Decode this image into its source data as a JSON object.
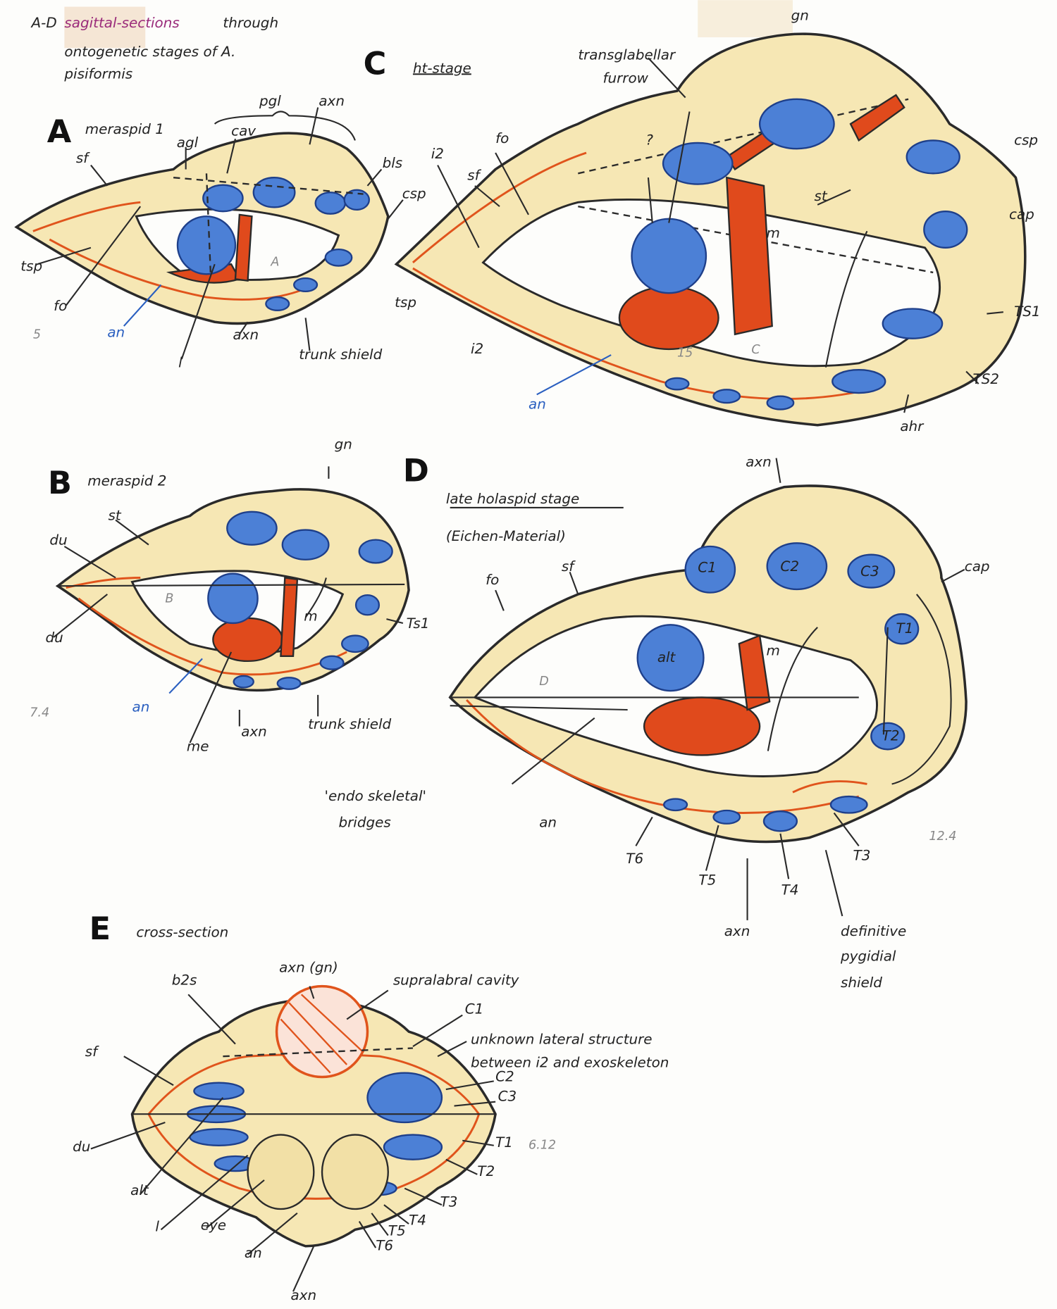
{
  "title": {
    "prefix": "A-D",
    "highlight": "sagittal-sections",
    "line1_rest": "through",
    "line2": "ontogenetic stages of A.",
    "line3": "pisiformis"
  },
  "panel_a": {
    "letter": "A",
    "stage": "meraspid 1",
    "labels": {
      "agl": "agl",
      "cav": "cav",
      "pgl": "pgl",
      "axn_top": "axn",
      "sf": "sf",
      "bls": "bls",
      "csp": "csp",
      "tsp": "tsp",
      "fo": "fo",
      "an": "an",
      "l": "l",
      "axn_bottom": "axn",
      "trunk_shield": "trunk shield",
      "page_note": "5",
      "inner": "A"
    }
  },
  "panel_b": {
    "letter": "B",
    "stage": "meraspid 2",
    "labels": {
      "gn": "gn",
      "st": "st",
      "du_top": "du",
      "du_bottom": "du",
      "an": "an",
      "me": "me",
      "axn": "axn",
      "trunk_shield": "trunk shield",
      "ts1": "Ts1",
      "m": "m",
      "inner": "B",
      "page_note": "7.4"
    }
  },
  "panel_c": {
    "letter": "C",
    "stage": "ht-stage",
    "labels": {
      "transglabellar_1": "transglabellar",
      "transglabellar_2": "furrow",
      "gn": "gn",
      "csp": "csp",
      "cap": "cap",
      "ts1": "TS1",
      "ts2": "TS2",
      "ahr": "ahr",
      "an": "an",
      "i2_bottom": "i2",
      "tsp": "tsp",
      "i2_top": "i2",
      "sf": "sf",
      "fo": "fo",
      "m": "m",
      "st": "st",
      "question": "?",
      "inner": "C",
      "page_note": "15"
    }
  },
  "panel_d": {
    "letter": "D",
    "stage": "late holaspid stage",
    "material": "(Eichen-Material)",
    "labels": {
      "axn_top": "axn",
      "cap": "cap",
      "fo": "fo",
      "sf": "sf",
      "c1": "C1",
      "c2": "C2",
      "c3": "C3",
      "t1": "T1",
      "t2": "T2",
      "alt": "alt",
      "m": "m",
      "inner": "D",
      "bridges_1": "'endo skeletal'",
      "bridges_2": "bridges",
      "an": "an",
      "t6": "T6",
      "t5": "T5",
      "t4": "T4",
      "t3": "T3",
      "axn_bottom": "axn",
      "pyg_1": "definitive",
      "pyg_2": "pygidial",
      "pyg_3": "shield",
      "page_note": "12.4"
    }
  },
  "panel_e": {
    "letter": "E",
    "stage": "cross-section",
    "labels": {
      "axn_gn": "axn (gn)",
      "supralabral": "supralabral cavity",
      "b2s": "b2s",
      "c1": "C1",
      "unknown_1": "unknown lateral structure",
      "unknown_2": "between i2 and exoskeleton",
      "c2": "C2",
      "c3": "C3",
      "t1": "T1",
      "page_note": "6.12",
      "t2": "T2",
      "t3": "T3",
      "t4": "T4",
      "t5": "T5",
      "t6": "T6",
      "sf": "sf",
      "du": "du",
      "alt": "alt",
      "l": "l",
      "eye": "eye",
      "an": "an",
      "axn": "axn"
    }
  },
  "colors": {
    "body": "#f6e7b4",
    "blue": "#4c80d6",
    "red": "#e04a1c",
    "ink": "#2a2a2a"
  }
}
